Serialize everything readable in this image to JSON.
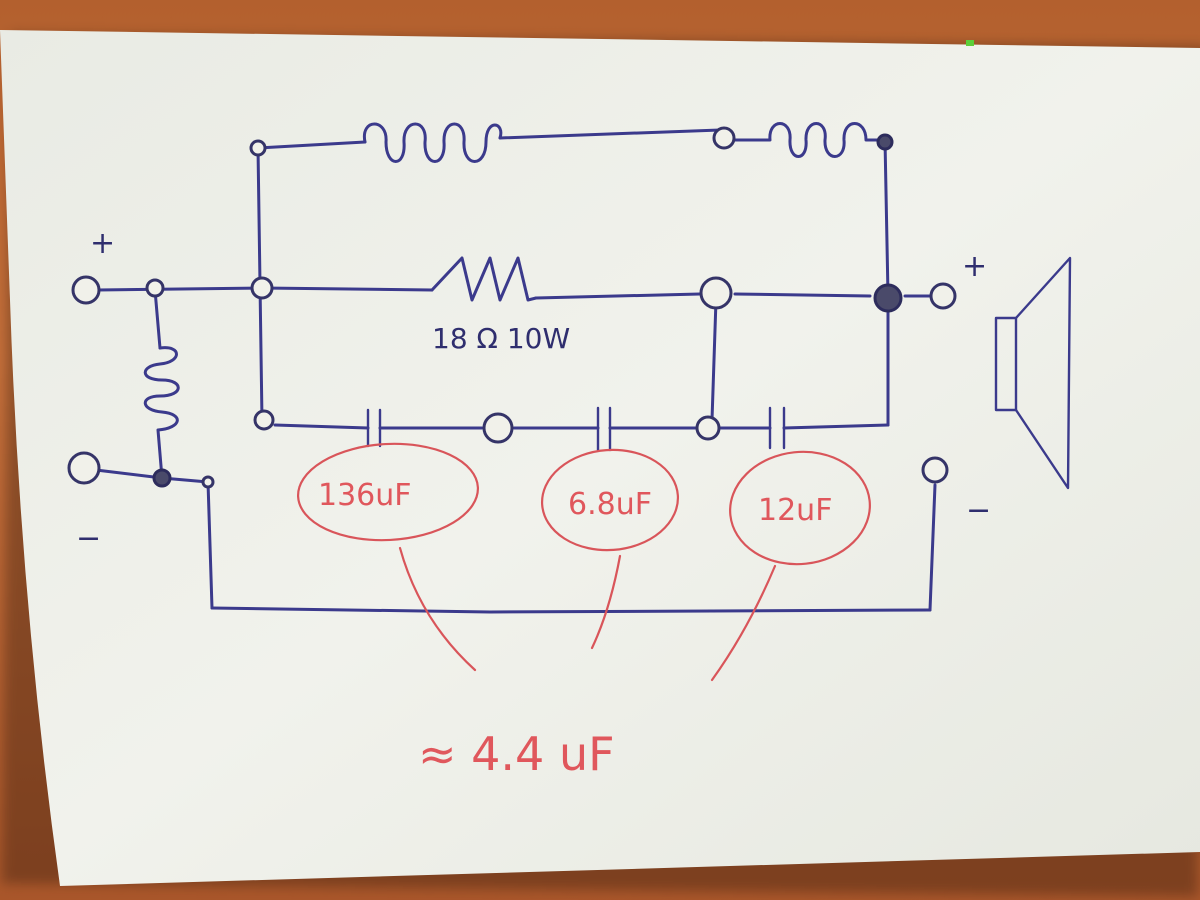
{
  "schematic": {
    "input_plus": "+",
    "input_minus": "−",
    "output_plus": "+",
    "output_minus": "−",
    "resistor_label": "18 Ω 10W",
    "capacitors": [
      "136uF",
      "6.8uF",
      "12uF"
    ],
    "result": "≈ 4.4 uF"
  },
  "colors": {
    "ink": "#3b3a8c",
    "red_ink": "#d9555a",
    "paper": "#eeefe8",
    "table": "#b3602e"
  }
}
